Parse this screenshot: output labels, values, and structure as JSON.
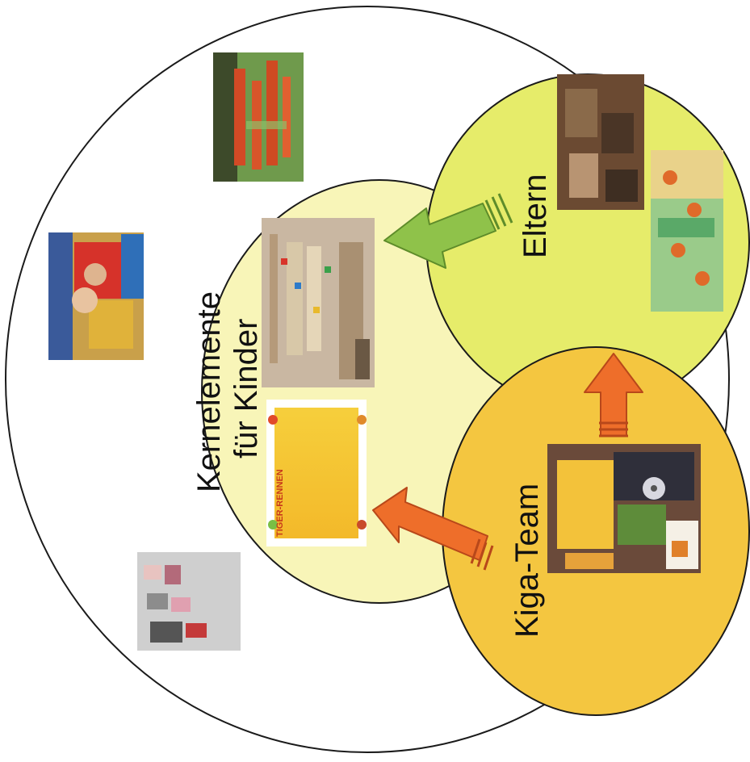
{
  "diagram": {
    "kernel_label": {
      "line1": "Kernelemente",
      "line2": "für Kinder"
    },
    "eltern_label": "Eltern",
    "team_label": "Kiga-Team",
    "photo_poster_text": "TIGER-RENNEN",
    "colors": {
      "outer_circle_stroke": "#1a1a1a",
      "kernel_fill": "#f8f5b8",
      "eltern_fill": "#e6ec6a",
      "team_fill": "#f4c640",
      "arrow_green": "#8fc24a",
      "arrow_green_dark": "#5e8c2a",
      "arrow_orange": "#ee6e2a",
      "arrow_orange_dark": "#b8481a"
    }
  }
}
